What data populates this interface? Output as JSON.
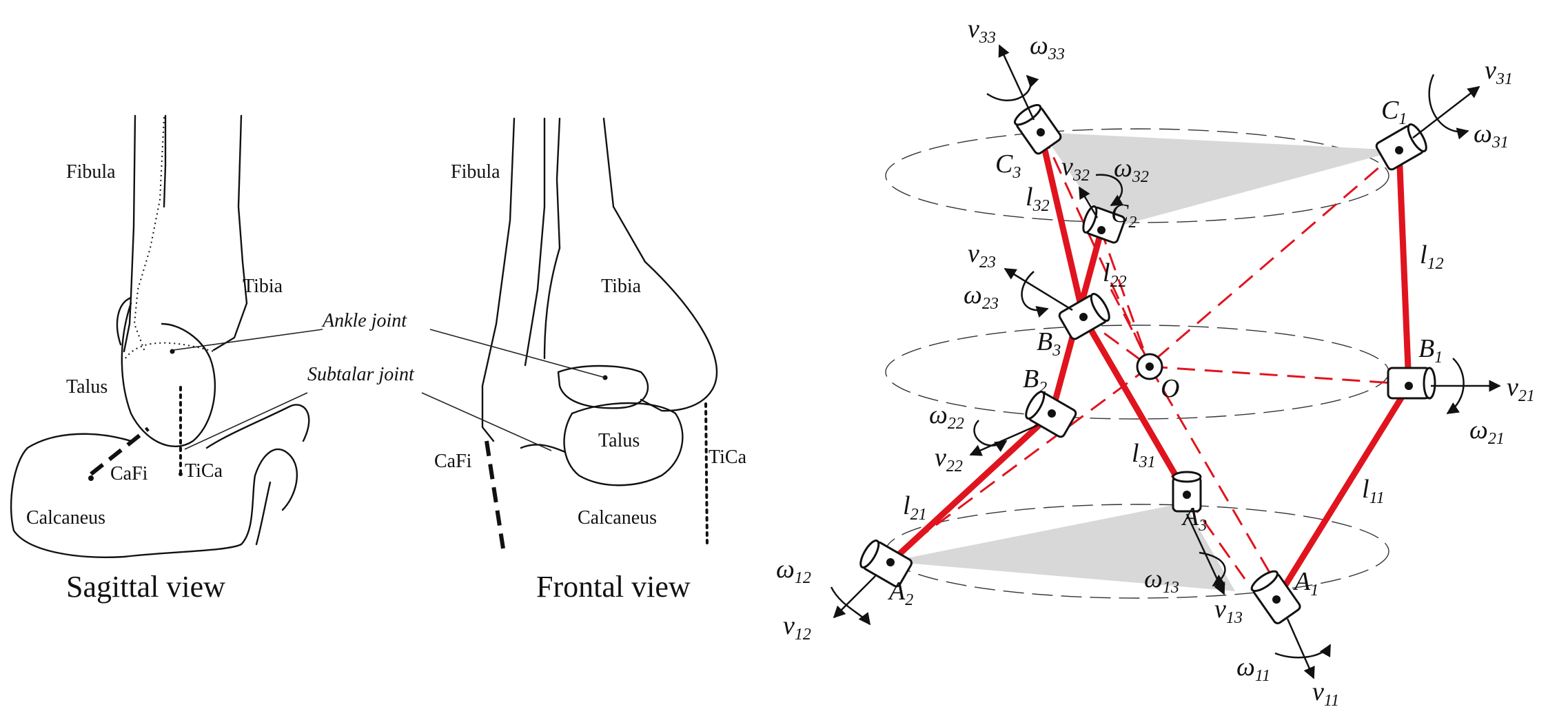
{
  "anatomy": {
    "sagittal": {
      "caption": "Sagittal view",
      "fibula": "Fibula",
      "tibia": "Tibia",
      "talus": "Talus",
      "calcaneus": "Calcaneus",
      "cafi": "CaFi",
      "tica": "TiCa"
    },
    "frontal": {
      "caption": "Frontal view",
      "fibula": "Fibula",
      "tibia": "Tibia",
      "talus": "Talus",
      "calcaneus": "Calcaneus",
      "cafi": "CaFi",
      "tica": "TiCa"
    },
    "ankle_joint": "Ankle joint",
    "subtalar_joint": "Subtalar joint"
  },
  "mechanism": {
    "joints": {
      "C3": {
        "base": "C",
        "sub": "3"
      },
      "C1": {
        "base": "C",
        "sub": "1"
      },
      "C2": {
        "base": "C",
        "sub": "2"
      },
      "B3": {
        "base": "B",
        "sub": "3"
      },
      "B2": {
        "base": "B",
        "sub": "2"
      },
      "B1": {
        "base": "B",
        "sub": "1"
      },
      "A3": {
        "base": "A",
        "sub": "3"
      },
      "A2": {
        "base": "A",
        "sub": "2"
      },
      "A1": {
        "base": "A",
        "sub": "1"
      },
      "O": {
        "base": "O",
        "sub": ""
      }
    },
    "links": {
      "l32": {
        "base": "l",
        "sub": "32"
      },
      "l12": {
        "base": "l",
        "sub": "12"
      },
      "l22": {
        "base": "l",
        "sub": "22"
      },
      "l31": {
        "base": "l",
        "sub": "31"
      },
      "l21": {
        "base": "l",
        "sub": "21"
      },
      "l11": {
        "base": "l",
        "sub": "11"
      }
    },
    "velocities": {
      "v33": {
        "base": "v",
        "sub": "33"
      },
      "w33": {
        "base": "ω",
        "sub": "33"
      },
      "v31": {
        "base": "v",
        "sub": "31"
      },
      "w31": {
        "base": "ω",
        "sub": "31"
      },
      "v32": {
        "base": "v",
        "sub": "32"
      },
      "w32": {
        "base": "ω",
        "sub": "32"
      },
      "v23": {
        "base": "v",
        "sub": "23"
      },
      "w23": {
        "base": "ω",
        "sub": "23"
      },
      "v21": {
        "base": "v",
        "sub": "21"
      },
      "w21": {
        "base": "ω",
        "sub": "21"
      },
      "w22": {
        "base": "ω",
        "sub": "22"
      },
      "v22": {
        "base": "v",
        "sub": "22"
      },
      "w12": {
        "base": "ω",
        "sub": "12"
      },
      "v12": {
        "base": "v",
        "sub": "12"
      },
      "w13": {
        "base": "ω",
        "sub": "13"
      },
      "v13": {
        "base": "v",
        "sub": "13"
      },
      "w11": {
        "base": "ω",
        "sub": "11"
      },
      "v11": {
        "base": "v",
        "sub": "11"
      }
    },
    "colors": {
      "link": "#e0141e",
      "platform": "#d8d8d8"
    }
  }
}
